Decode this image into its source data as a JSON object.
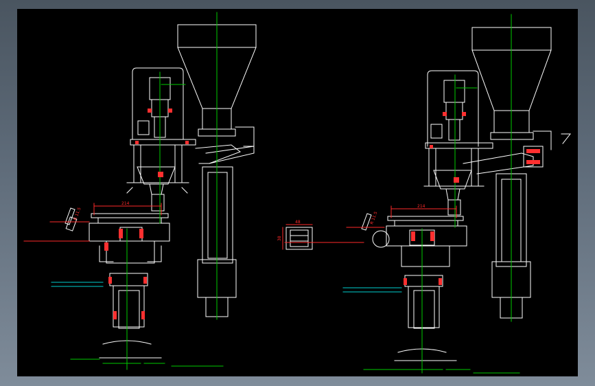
{
  "colors": {
    "background": "#000000",
    "outline": "#ffffff",
    "centerline": "#00cc00",
    "dimension": "#ff2a2a",
    "guide": "#00d0d0",
    "bearing": "#ff3030"
  },
  "dimensions": {
    "left_width": "214",
    "right_width": "214",
    "detail_width": "48",
    "detail_height": "38",
    "left_slant": "R 11.5",
    "right_slant": "R 11.5"
  }
}
